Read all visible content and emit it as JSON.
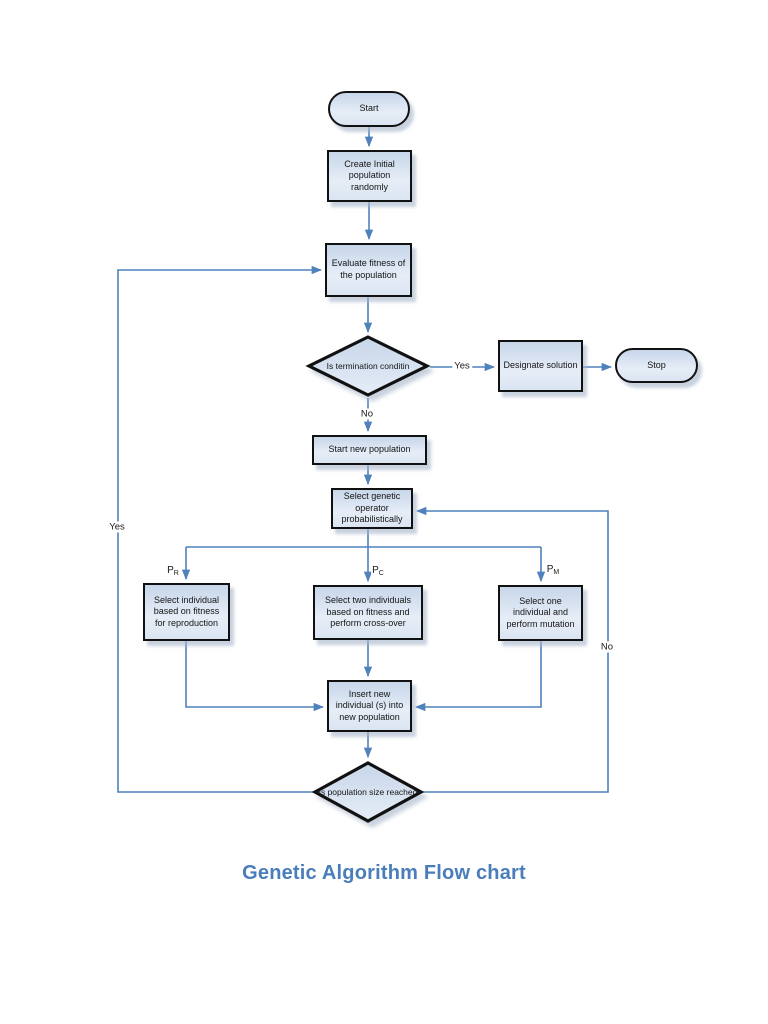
{
  "title": {
    "text": "Genetic Algorithm Flow chart"
  },
  "colors": {
    "connector": "#4f81bd",
    "node_border": "#111111",
    "node_fill_top": "#c7d6ea",
    "node_fill_bottom": "#e6edf7",
    "title": "#4a7ebb"
  },
  "nodes": {
    "start": {
      "label": "Start"
    },
    "create_initial": {
      "label": "Create Initial population randomly"
    },
    "evaluate_fitness": {
      "label": "Evaluate fitness of the population"
    },
    "termination_check": {
      "label": "Is termination conditin"
    },
    "designate_solution": {
      "label": "Designate solution"
    },
    "stop": {
      "label": "Stop"
    },
    "start_new_population": {
      "label": "Start new population"
    },
    "select_operator": {
      "label": "Select genetic operator probabilistically"
    },
    "select_reproduction": {
      "label": "Select individual based on fitness for reproduction"
    },
    "select_crossover": {
      "label": "Select two individuals based on fitness and perform cross-over"
    },
    "select_mutation": {
      "label": "Select one individual and perform mutation"
    },
    "insert_new": {
      "label": "Insert new individual (s) into new population"
    },
    "population_size_check": {
      "label": "Is population size reached"
    }
  },
  "edge_labels": {
    "termination_yes": "Yes",
    "termination_no": "No",
    "population_yes": "Yes",
    "population_no": "No",
    "p_reproduction": {
      "base": "P",
      "sub": "R"
    },
    "p_crossover": {
      "base": "P",
      "sub": "C"
    },
    "p_mutation": {
      "base": "P",
      "sub": "M"
    }
  }
}
